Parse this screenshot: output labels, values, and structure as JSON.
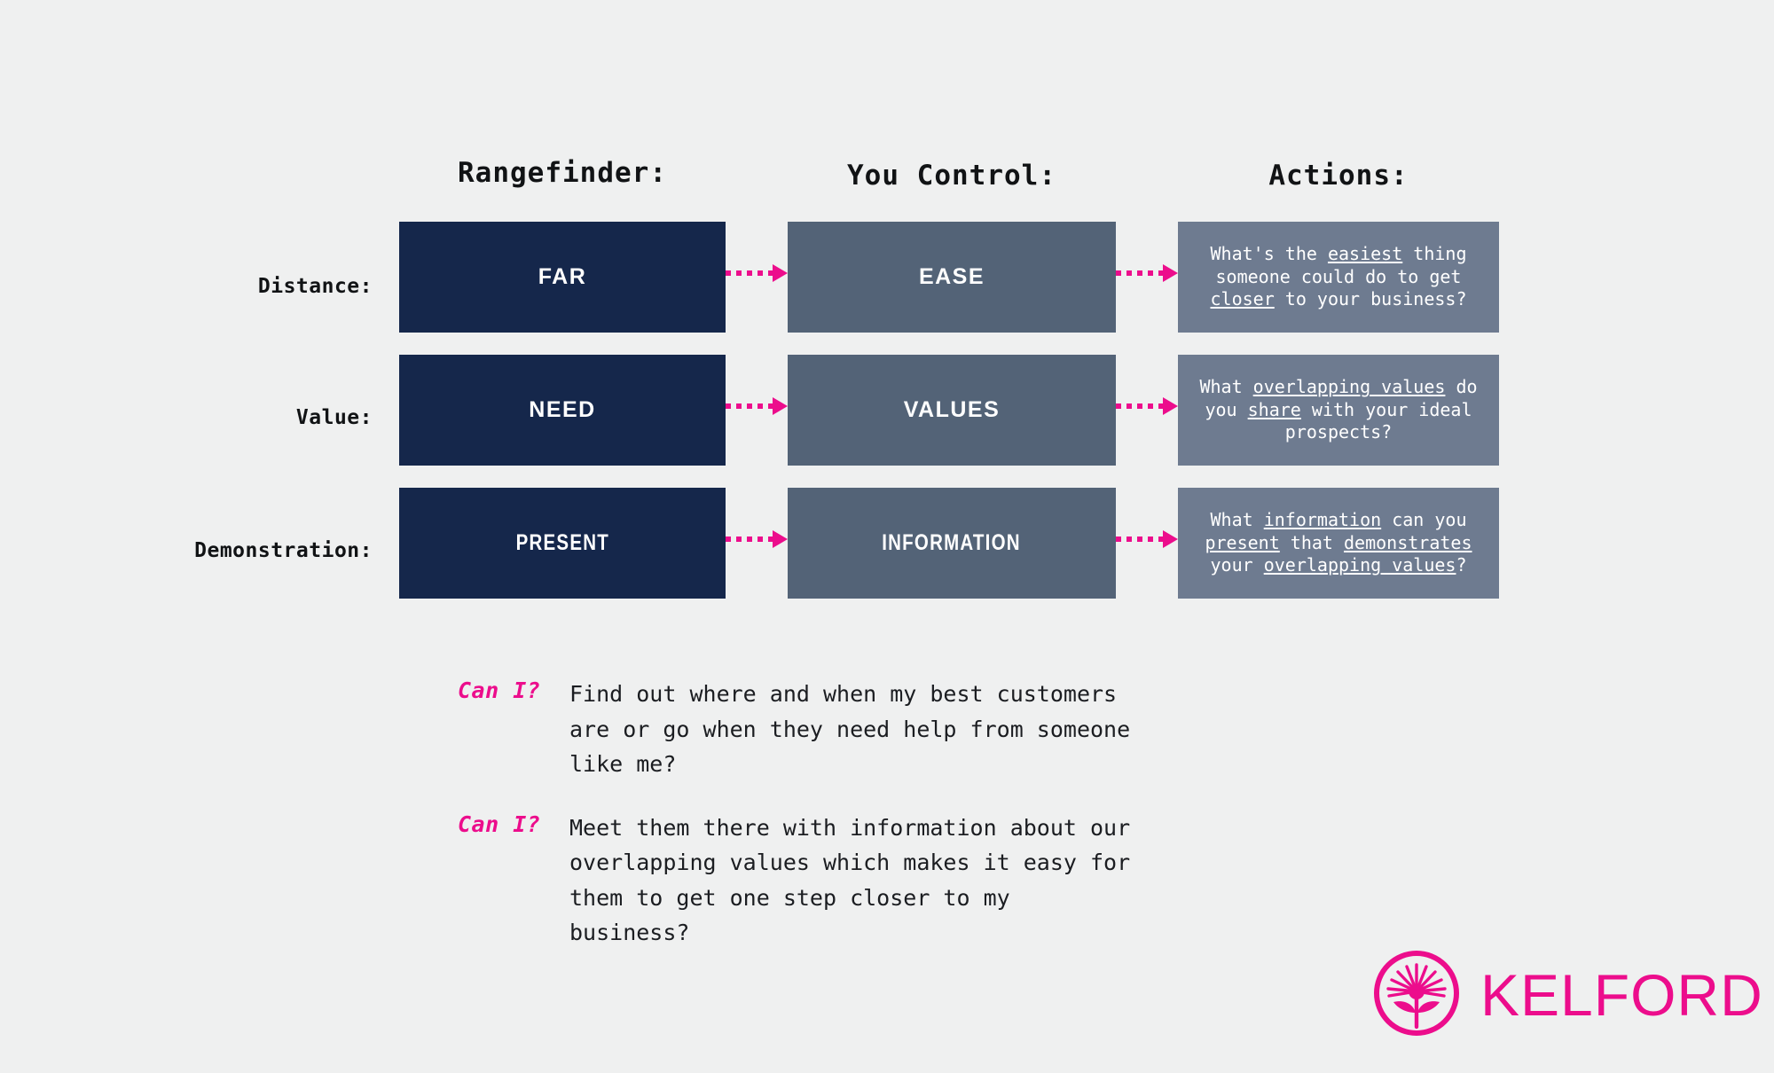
{
  "theme": {
    "background": "#eff0f0",
    "primary_box": "#15274b",
    "control_box": "#536377",
    "action_box": "#6e7b90",
    "accent_pink": "#ec0d8c",
    "text_dark": "#111315",
    "text_light": "#ffffff"
  },
  "headers": {
    "rangefinder": "Rangefinder:",
    "control": "You Control:",
    "actions": "Actions:"
  },
  "rows": [
    {
      "label": "Distance:",
      "rangefinder": "FAR",
      "control": "EASE",
      "action_html": "What's the <u>easiest</u> thing someone could do to get <u>closer</u> to your business?"
    },
    {
      "label": "Value:",
      "rangefinder": "NEED",
      "control": "VALUES",
      "action_html": "What <u>overlapping values</u> do you <u>share</u> with your ideal prospects?"
    },
    {
      "label": "Demonstration:",
      "rangefinder": "PRESENT",
      "control": "INFORMATION",
      "action_html": "What <u>information</u> can you <u>present</u> that <u>demonstrates</u> your <u>overlapping values</u>?"
    }
  ],
  "questions": [
    {
      "label": "Can I?",
      "text": "Find out where and when my best customers\nare or go when they need help from someone\nlike me?"
    },
    {
      "label": "Can I?",
      "text": "Meet them there with information about our\noverlapping values which makes it easy for\nthem to get one step closer to my business?"
    }
  ],
  "logo": {
    "wordmark": "KELFORD",
    "mark": "flower-in-circle-icon"
  }
}
